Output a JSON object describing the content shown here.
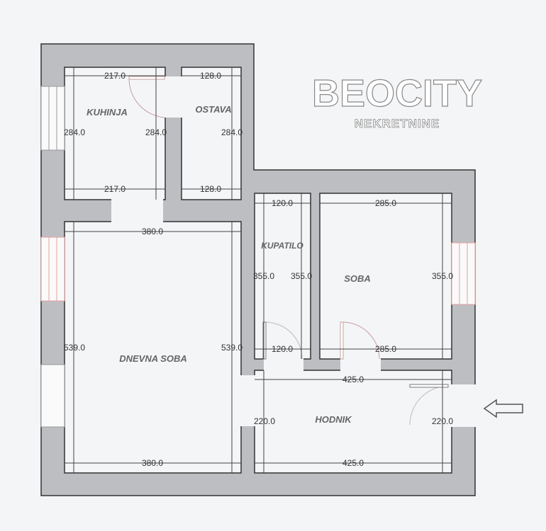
{
  "colors": {
    "wall": "#bdbec2",
    "room": "#f4f5f7",
    "outline": "#333333",
    "window_accent": "#e8a0a0"
  },
  "watermark": {
    "brand": "BEOCITY",
    "subtitle": "NEKRETNINE"
  },
  "rooms": {
    "kuhinja": {
      "label": "KUHINJA",
      "top": "217.0",
      "bottom": "217.0",
      "left": "284.0",
      "right": "284.0"
    },
    "ostava": {
      "label": "OSTAVA",
      "top": "128.0",
      "bottom": "128.0",
      "right": "284.0"
    },
    "dnevna": {
      "label": "DNEVNA SOBA",
      "top": "380.0",
      "bottom": "380.0",
      "left": "539.0",
      "right": "539.0"
    },
    "kupatilo": {
      "label": "KUPATILO",
      "top": "120.0",
      "bottom": "120.0",
      "left": "355.0",
      "right": "355.0"
    },
    "soba": {
      "label": "SOBA",
      "top": "285.0",
      "bottom": "285.0",
      "right": "355.0"
    },
    "hodnik": {
      "label": "HODNIK",
      "top": "425.0",
      "bottom": "425.0",
      "left": "220.0",
      "right": "220.0"
    }
  },
  "entrance_arrow": "arrow-left-icon"
}
